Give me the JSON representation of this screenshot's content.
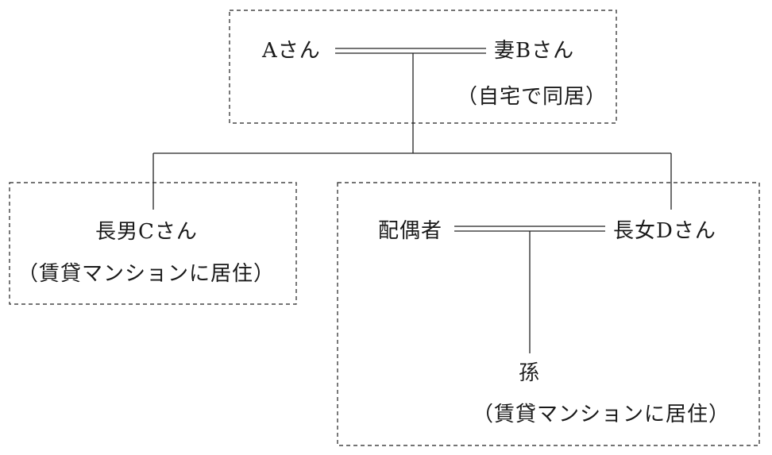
{
  "household_top": {
    "husband": "Aさん",
    "wife": "妻Bさん",
    "note": "（自宅で同居）"
  },
  "household_son": {
    "son": "長男Cさん",
    "note": "（賃貸マンションに居住）"
  },
  "household_daughter": {
    "spouse": "配偶者",
    "daughter": "長女Dさん",
    "grandchild": "孫",
    "note": "（賃貸マンションに居住）"
  }
}
